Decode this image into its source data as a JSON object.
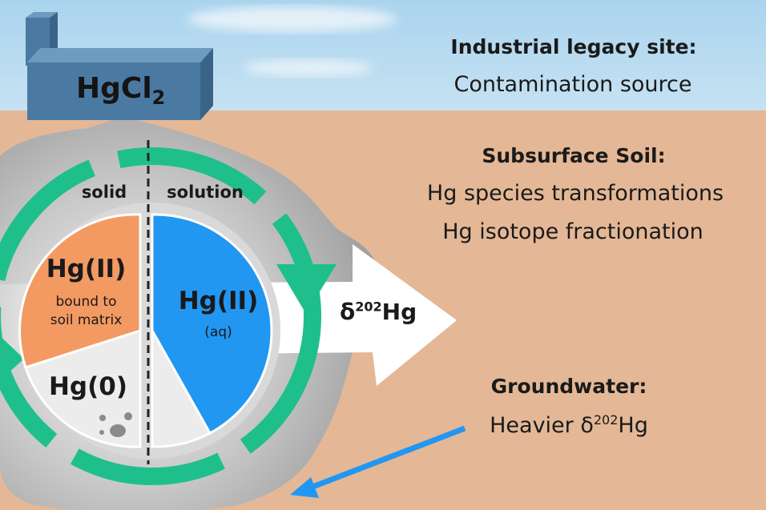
{
  "factory": {
    "label_main": "HgCl",
    "label_sub": "2"
  },
  "legacy": {
    "heading": "Industrial legacy site:",
    "line1": "Contamination source"
  },
  "subsurface": {
    "heading": "Subsurface Soil:",
    "line1": "Hg species transformations",
    "line2": "Hg isotope fractionation"
  },
  "groundwater": {
    "heading": "Groundwater:",
    "line1_prefix": "Heavier δ",
    "line1_sup": "202",
    "line1_suffix": "Hg"
  },
  "cycle": {
    "solid_label": "solid",
    "solution_label": "solution",
    "bound": {
      "title": "Hg(II)",
      "line1": "bound to",
      "line2": "soil matrix"
    },
    "elemental": {
      "title": "Hg(0)"
    },
    "aqueous": {
      "title": "Hg(II)",
      "sub": "(aq)"
    }
  },
  "arrow": {
    "prefix": "δ",
    "sup": "202",
    "suffix": "Hg"
  },
  "colors": {
    "sky": "#b9dcf0",
    "soil": "#e4b896",
    "factory": "#4a7aa2",
    "cycle_arrow": "#1fbf8c",
    "bound": "#f39a63",
    "aqueous": "#2197f1",
    "elemental": "#ececec",
    "groundwater_arrow": "#2196f3"
  }
}
